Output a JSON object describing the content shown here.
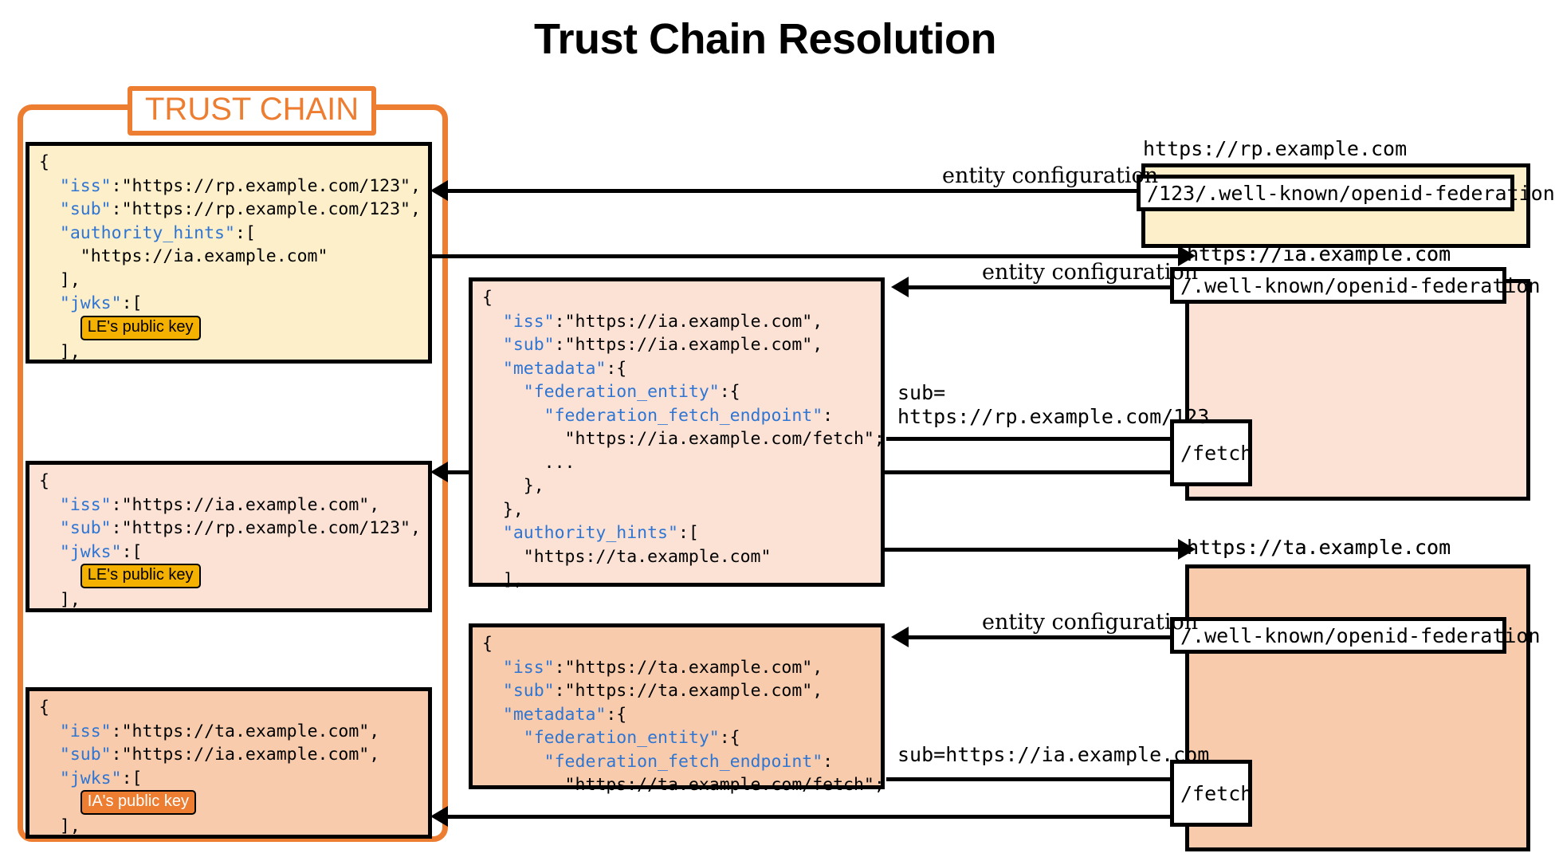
{
  "title": "Trust Chain Resolution",
  "trust_chain": {
    "legend": "TRUST CHAIN",
    "entries": [
      {
        "name": "rp-entity-configuration",
        "color": "#FDEFC9",
        "lines": [
          {
            "t": "{"
          },
          {
            "k": "\"iss\"",
            "v": ":\"https://rp.example.com/123\",",
            "ind": 1
          },
          {
            "k": "\"sub\"",
            "v": ":\"https://rp.example.com/123\",",
            "ind": 1
          },
          {
            "k": "\"authority_hints\"",
            "v": ":[",
            "ind": 1
          },
          {
            "t": "\"https://ia.example.com\"",
            "ind": 2
          },
          {
            "t": "],",
            "ind": 1
          },
          {
            "k": "\"jwks\"",
            "v": ":[",
            "ind": 1
          },
          {
            "chip": "LE's public key",
            "chip_style": "gold",
            "ind": 2
          },
          {
            "t": "],",
            "ind": 1
          }
        ]
      },
      {
        "name": "ia-subordinate-statement",
        "color": "#FBE2D5",
        "lines": [
          {
            "t": "{"
          },
          {
            "k": "\"iss\"",
            "v": ":\"https://ia.example.com\",",
            "ind": 1
          },
          {
            "k": "\"sub\"",
            "v": ":\"https://rp.example.com/123\",",
            "ind": 1
          },
          {
            "k": "\"jwks\"",
            "v": ":[",
            "ind": 1
          },
          {
            "chip": "LE's public key",
            "chip_style": "gold",
            "ind": 2
          },
          {
            "t": "],",
            "ind": 1
          }
        ]
      },
      {
        "name": "ta-subordinate-statement",
        "color": "#F7CBAB",
        "lines": [
          {
            "t": "{"
          },
          {
            "k": "\"iss\"",
            "v": ":\"https://ta.example.com\",",
            "ind": 1
          },
          {
            "k": "\"sub\"",
            "v": ":\"https://ia.example.com\",",
            "ind": 1
          },
          {
            "k": "\"jwks\"",
            "v": ":[",
            "ind": 1
          },
          {
            "chip": "IA's public key",
            "chip_style": "orange",
            "ind": 2
          },
          {
            "t": "],",
            "ind": 1
          }
        ]
      }
    ]
  },
  "center_statements": [
    {
      "name": "ia-entity-configuration",
      "color": "#FBE2D5",
      "lines": [
        {
          "t": "{"
        },
        {
          "k": "\"iss\"",
          "v": ":\"https://ia.example.com\",",
          "ind": 1
        },
        {
          "k": "\"sub\"",
          "v": ":\"https://ia.example.com\",",
          "ind": 1
        },
        {
          "k": "\"metadata\"",
          "v": ":{",
          "ind": 1
        },
        {
          "k": "\"federation_entity\"",
          "v": ":{",
          "ind": 2
        },
        {
          "k": "\"federation_fetch_endpoint\"",
          "v": ":",
          "ind": 3
        },
        {
          "t": "\"https://ia.example.com/fetch\";",
          "ind": 4
        },
        {
          "t": "...",
          "ind": 3
        },
        {
          "t": "},",
          "ind": 2
        },
        {
          "t": "},",
          "ind": 1
        },
        {
          "k": "\"authority_hints\"",
          "v": ":[",
          "ind": 1
        },
        {
          "t": "\"https://ta.example.com\"",
          "ind": 2
        },
        {
          "t": "],",
          "ind": 1
        }
      ]
    },
    {
      "name": "ta-entity-configuration",
      "color": "#F7CBAB",
      "lines": [
        {
          "t": "{"
        },
        {
          "k": "\"iss\"",
          "v": ":\"https://ta.example.com\",",
          "ind": 1
        },
        {
          "k": "\"sub\"",
          "v": ":\"https://ta.example.com\",",
          "ind": 1
        },
        {
          "k": "\"metadata\"",
          "v": ":{",
          "ind": 1
        },
        {
          "k": "\"federation_entity\"",
          "v": ":{",
          "ind": 2
        },
        {
          "k": "\"federation_fetch_endpoint\"",
          "v": ":",
          "ind": 3
        },
        {
          "t": "\"https://ta.example.com/fetch\";",
          "ind": 4
        }
      ]
    }
  ],
  "servers": [
    {
      "name": "rp-server",
      "host_label": "https://rp.example.com",
      "color": "#FDEFC9",
      "endpoints": [
        {
          "name": "rp-openid-federation-endpoint",
          "label": "/123/.well-known/openid-federation"
        }
      ]
    },
    {
      "name": "ia-server",
      "host_label": "https://ia.example.com",
      "color": "#FBE2D5",
      "endpoints": [
        {
          "name": "ia-openid-federation-endpoint",
          "label": "/.well-known/openid-federation"
        },
        {
          "name": "ia-fetch-endpoint",
          "label": "/fetch"
        }
      ]
    },
    {
      "name": "ta-server",
      "host_label": "https://ta.example.com",
      "color": "#F7CBAB",
      "endpoints": [
        {
          "name": "ta-openid-federation-endpoint",
          "label": "/.well-known/openid-federation"
        },
        {
          "name": "ta-fetch-endpoint",
          "label": "/fetch"
        }
      ]
    }
  ],
  "edge_labels": {
    "entity_configuration_1": "entity configuration",
    "entity_configuration_2": "entity configuration",
    "entity_configuration_3": "entity configuration",
    "fetch_query_1_line1": "sub=",
    "fetch_query_1_line2": "https://rp.example.com/123",
    "fetch_query_2": "sub=https://ia.example.com"
  },
  "colors": {
    "accent_orange": "#ED7D31",
    "key_blue": "#2E75D4",
    "gold_chip": "#F5B100",
    "yellow_panel": "#FDEFC9",
    "pink_panel": "#FBE2D5",
    "peach_panel": "#F7CBAB"
  }
}
